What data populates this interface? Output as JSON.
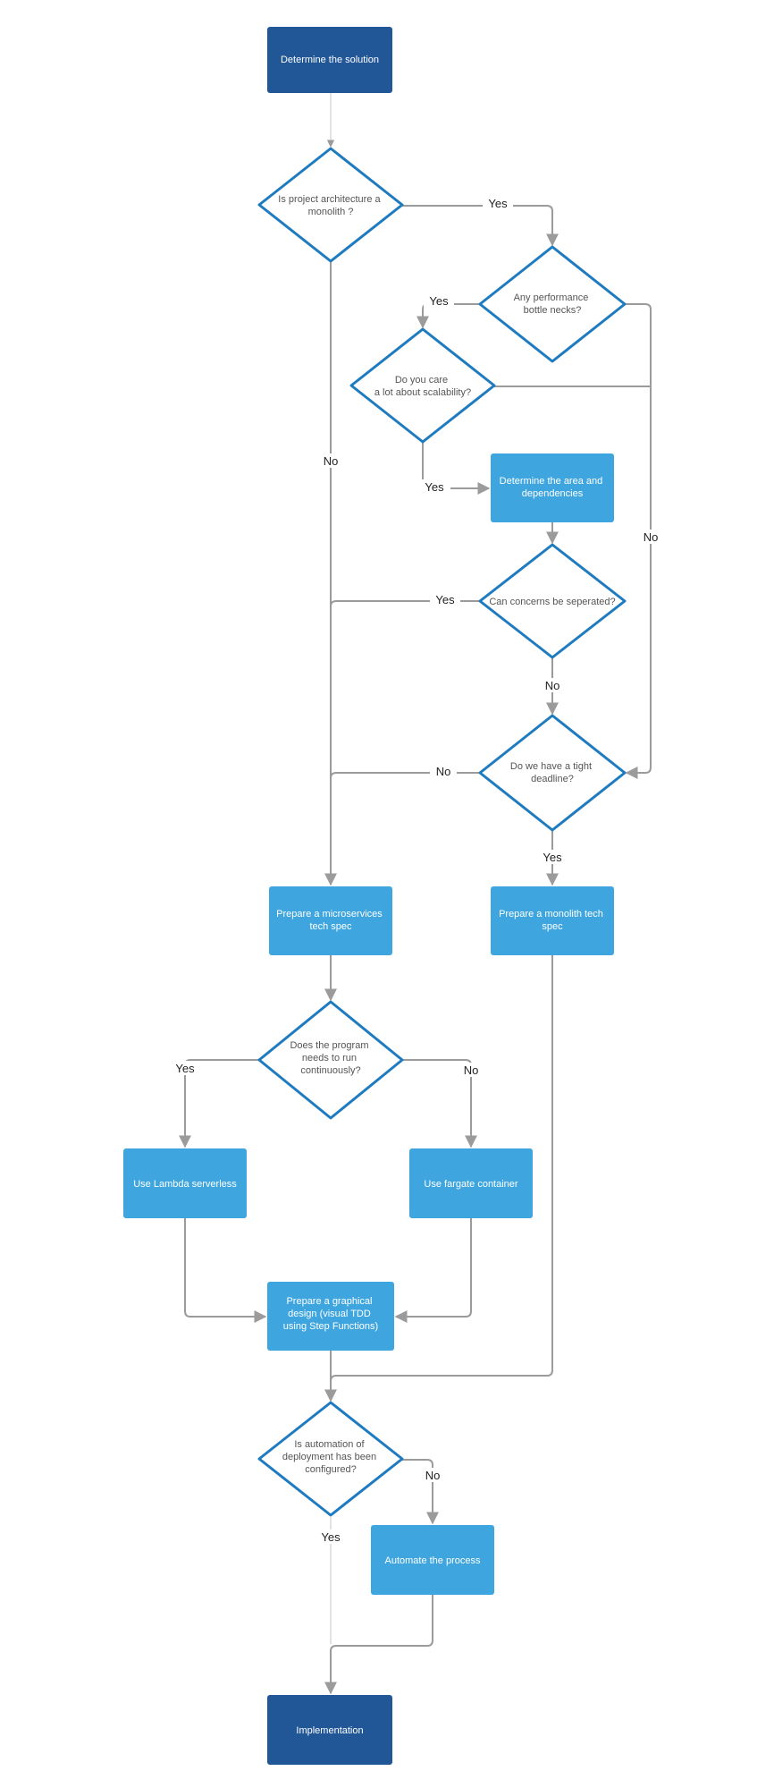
{
  "nodes": {
    "determine_solution": "Determine the solution",
    "is_monolith": "Is project architecture a monolith ?",
    "perf_bottlenecks": "Any performance bottle necks?",
    "care_scalability": "Do you care a lot about scalability?",
    "determine_area": "Determine the area and dependencies",
    "concerns_separated": "Can concerns be seperated?",
    "tight_deadline": "Do we have a tight deadline?",
    "microservices_spec": "Prepare a microservices tech spec",
    "monolith_spec": "Prepare a monolith tech spec",
    "run_continuously": "Does the program needs to run continuously?",
    "lambda": "Use Lambda serverless",
    "fargate": "Use fargate container",
    "graphical_design": "Prepare a graphical design (visual TDD using Step Functions)",
    "automation_configured": "Is automation of deployment has been configured?",
    "automate_process": "Automate the process",
    "implementation": "Implementation"
  },
  "edges": {
    "yes": "Yes",
    "no": "No"
  },
  "colors": {
    "dark_box": "#225797",
    "light_box": "#3ea5de",
    "diamond_stroke": "#1e7bbf",
    "connector": "#9b9b9b"
  }
}
